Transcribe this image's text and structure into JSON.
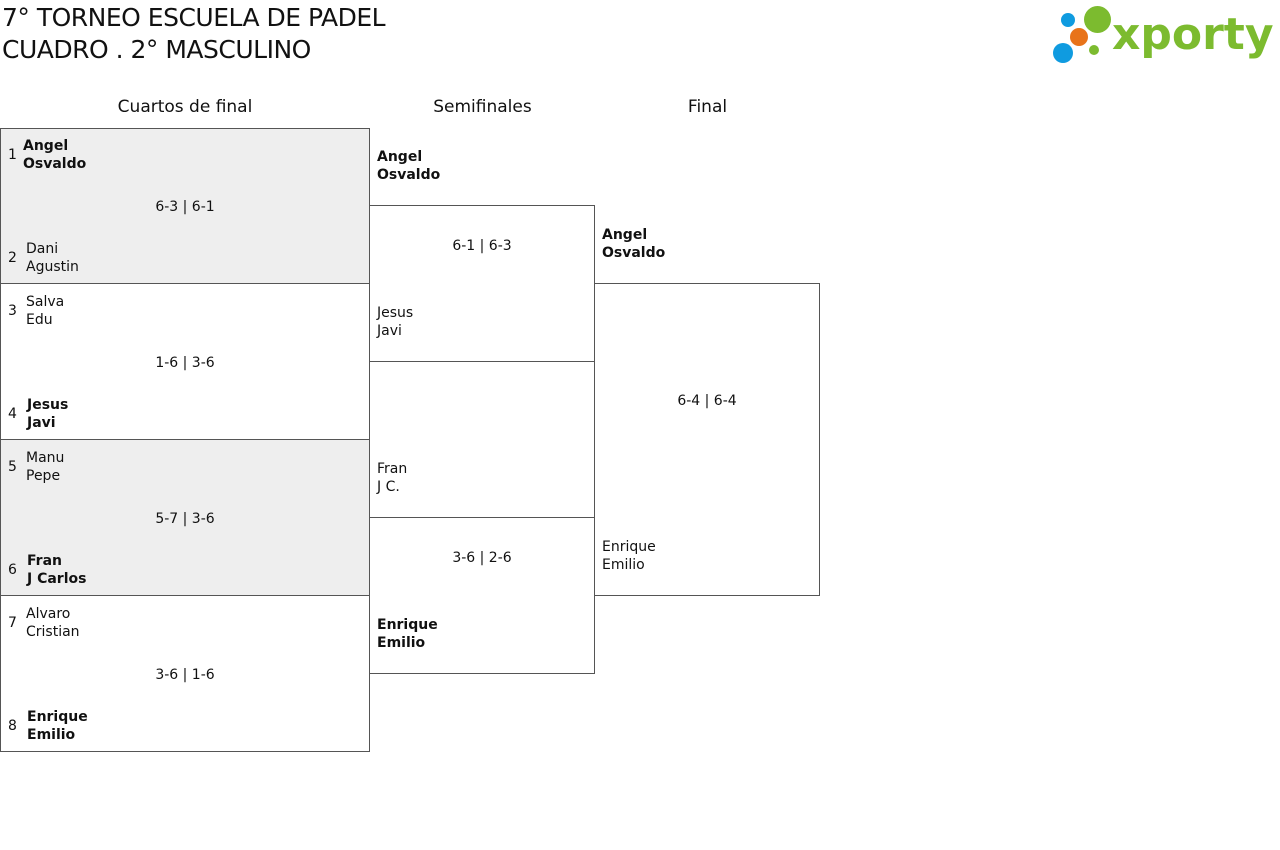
{
  "header": {
    "title_line1": "7° TORNEO ESCUELA DE PADEL",
    "title_line2": "CUADRO . 2° MASCULINO"
  },
  "logo": {
    "text": "xporty",
    "colors": {
      "green": "#7cbb2f",
      "blue": "#0f9be0",
      "orange": "#e8731a"
    }
  },
  "rounds": {
    "quarterfinals": "Cuartos de final",
    "semifinals": "Semifinales",
    "final": "Final"
  },
  "quarterfinals": [
    {
      "top": {
        "seed": "1",
        "player1": "Angel",
        "player2": "Osvaldo",
        "winner": true
      },
      "bottom": {
        "seed": "2",
        "player1": "Dani",
        "player2": "Agustin",
        "winner": false
      },
      "score": "6-3 | 6-1"
    },
    {
      "top": {
        "seed": "3",
        "player1": "Salva",
        "player2": "Edu",
        "winner": false
      },
      "bottom": {
        "seed": "4",
        "player1": "Jesus",
        "player2": "Javi",
        "winner": true
      },
      "score": "1-6 | 3-6"
    },
    {
      "top": {
        "seed": "5",
        "player1": "Manu",
        "player2": "Pepe",
        "winner": false
      },
      "bottom": {
        "seed": "6",
        "player1": "Fran",
        "player2": "J Carlos",
        "winner": true
      },
      "score": "5-7 | 3-6"
    },
    {
      "top": {
        "seed": "7",
        "player1": "Alvaro",
        "player2": "Cristian",
        "winner": false
      },
      "bottom": {
        "seed": "8",
        "player1": "Enrique",
        "player2": "Emilio",
        "winner": true
      },
      "score": "3-6 | 1-6"
    }
  ],
  "semifinals": [
    {
      "top": {
        "player1": "Angel",
        "player2": "Osvaldo",
        "winner": true
      },
      "bottom": {
        "player1": "Jesus",
        "player2": "Javi",
        "winner": false
      },
      "score": "6-1 | 6-3"
    },
    {
      "top": {
        "player1": "Fran",
        "player2": "J C.",
        "winner": false
      },
      "bottom": {
        "player1": "Enrique",
        "player2": "Emilio",
        "winner": true
      },
      "score": "3-6 | 2-6"
    }
  ],
  "final": {
    "top": {
      "player1": "Angel",
      "player2": "Osvaldo",
      "winner": true
    },
    "bottom": {
      "player1": "Enrique",
      "player2": "Emilio",
      "winner": false
    },
    "score": "6-4 | 6-4"
  }
}
